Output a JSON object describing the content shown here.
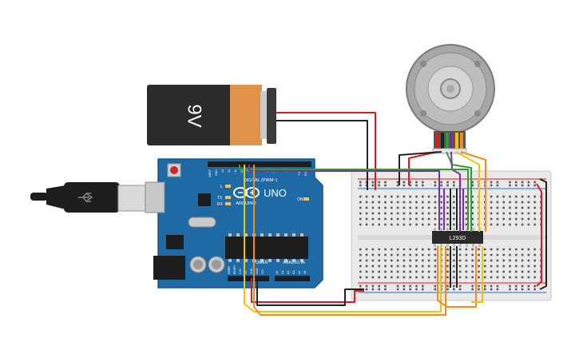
{
  "battery": {
    "label": "9V"
  },
  "arduino": {
    "brand": "ARDUINO",
    "model": "UNO",
    "digital_header_label": "DIGITAL (PWM~)",
    "power_label": "POWER",
    "analog_label": "ANALOG IN",
    "led_l": "L",
    "led_tx": "TX",
    "led_rx": "RX",
    "led_on": "ON",
    "digital_pins": [
      "AREF",
      "GND",
      "13",
      "12",
      "~11",
      "~10",
      "~9",
      "8",
      "7",
      "~6",
      "~5",
      "4",
      "~3",
      "2",
      "TX 1",
      "RX 0"
    ],
    "power_pins": [
      "IOREF",
      "RESET",
      "3.3V",
      "5V",
      "GND",
      "GND",
      "VIN"
    ],
    "analog_pins": [
      "A0",
      "A1",
      "A2",
      "A3",
      "A4",
      "A5"
    ]
  },
  "chip": {
    "label": "L293D"
  },
  "colors": {
    "red": "#d91c1c",
    "black": "#222222",
    "green": "#2e9e2e",
    "purple": "#7a2fa8",
    "yellow": "#f2c500",
    "orange": "#f28c1a",
    "board": "#1f6aa5",
    "battery_body": "#2b2b2b",
    "battery_cap": "#e0934a"
  }
}
